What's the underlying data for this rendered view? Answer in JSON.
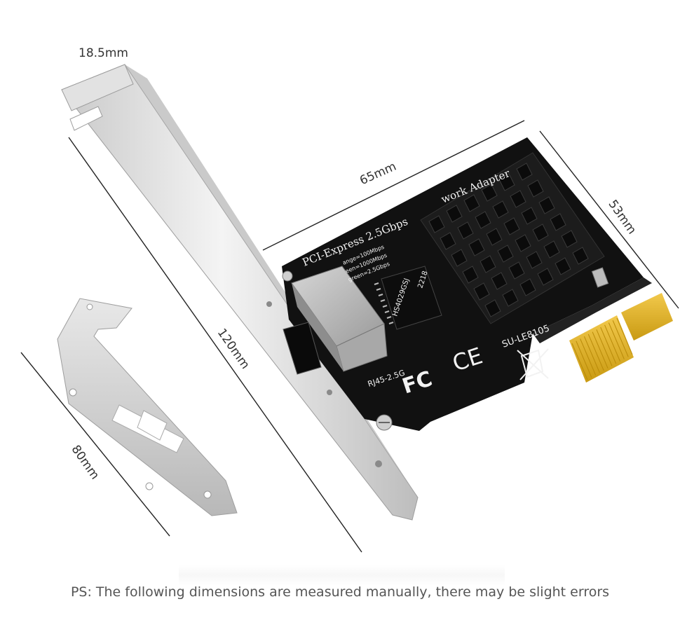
{
  "dimensions": {
    "bracket_height": "18.5mm",
    "card_width": "65mm",
    "card_height": "53mm",
    "bracket_length": "120mm",
    "low_bracket_length": "80mm"
  },
  "board": {
    "title_left": "PCI-Express 2.5Gbps",
    "title_right": "work Adapter",
    "led_lines": [
      "ange=100Mbps",
      "een=1000Mbps",
      "green=2.5Gbps"
    ],
    "port_label": "RJ45-2.5G",
    "model": "SU-LE8105",
    "chip_text": "HS4029GSJ",
    "chip_code": "2218",
    "fcc_mark": "FC",
    "ce_mark": "CE"
  },
  "caption": "PS: The following dimensions are measured manually, there may be slight errors",
  "colors": {
    "pcb": "#111111",
    "heatsink": "#1a1a1a",
    "gold": "#e6b422",
    "bracket": "#d4d4d4",
    "silkscreen": "#f2f2f2",
    "text": "#333333"
  },
  "icons": [
    "weee-bin-icon",
    "fcc-logo-icon",
    "ce-logo-icon"
  ]
}
